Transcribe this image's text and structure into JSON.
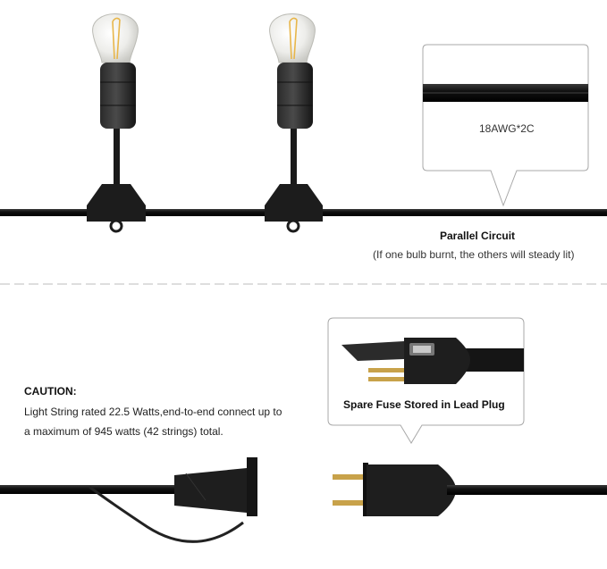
{
  "wire_callout": {
    "label": "18AWG*2C"
  },
  "parallel_circuit": {
    "title": "Parallel Circuit",
    "caption": "(If one bulb burnt, the others will steady lit)"
  },
  "caution": {
    "heading": "CAUTION:",
    "line1": "Light String rated 22.5 Watts,end-to-end connect up to",
    "line2": "a maximum of 945 watts (42 strings) total."
  },
  "fuse_callout": {
    "label": "Spare Fuse Stored in Lead Plug"
  },
  "colors": {
    "cable": "#1a1a1a",
    "divider": "#bdbdbd",
    "bulb_glass": "#e9e9e6",
    "filament": "#e8b64a"
  }
}
